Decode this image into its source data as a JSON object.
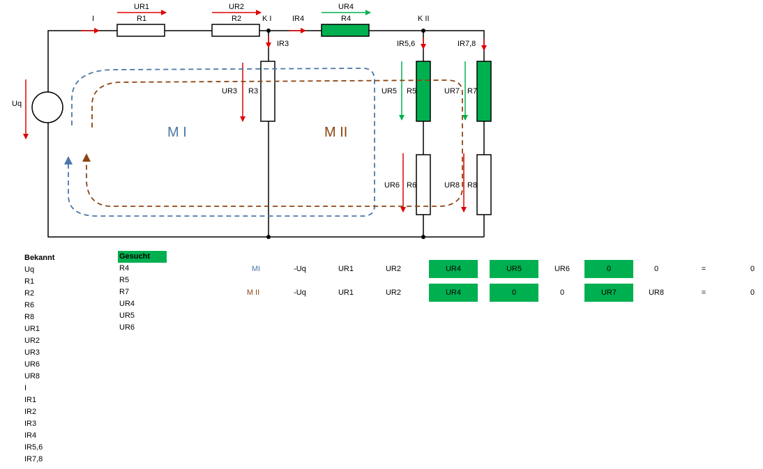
{
  "colors": {
    "red": "#e00000",
    "green": "#00b050",
    "blue_mesh": "#4a77a8",
    "brown_mesh": "#8b4513",
    "wire": "#000000"
  },
  "circuit": {
    "source_label": "Uq",
    "currents": [
      "I",
      "IR4",
      "IR3",
      "IR5,6",
      "IR7,8"
    ],
    "nodes": [
      "K I",
      "K II"
    ],
    "resistors": [
      "R1",
      "R2",
      "R3",
      "R4",
      "R5",
      "R6",
      "R7",
      "R8"
    ],
    "voltages": [
      "UR1",
      "UR2",
      "UR3",
      "UR4",
      "UR5",
      "UR6",
      "UR7",
      "UR8"
    ],
    "meshes": [
      "M I",
      "M II"
    ]
  },
  "lists": {
    "bekannt_header": "Bekannt",
    "bekannt": [
      "Uq",
      "R1",
      "R2",
      "R6",
      "R8",
      "UR1",
      "UR2",
      "UR3",
      "UR6",
      "UR8",
      "I",
      "IR1",
      "IR2",
      "IR3",
      "IR4",
      "IR5,6",
      "IR7,8"
    ],
    "gesucht_header": "Gesucht",
    "gesucht": [
      "R4",
      "R5",
      "R7",
      "UR4",
      "UR5",
      "UR6"
    ]
  },
  "equations": [
    {
      "mesh": "MI",
      "cells": [
        "-Uq",
        "UR1",
        "UR2",
        "UR4",
        "UR5",
        "UR6",
        "0",
        "0",
        "=",
        "0"
      ]
    },
    {
      "mesh": "M II",
      "cells": [
        "-Uq",
        "UR1",
        "UR2",
        "UR4",
        "0",
        "0",
        "UR7",
        "UR8",
        "=",
        "0"
      ]
    }
  ]
}
